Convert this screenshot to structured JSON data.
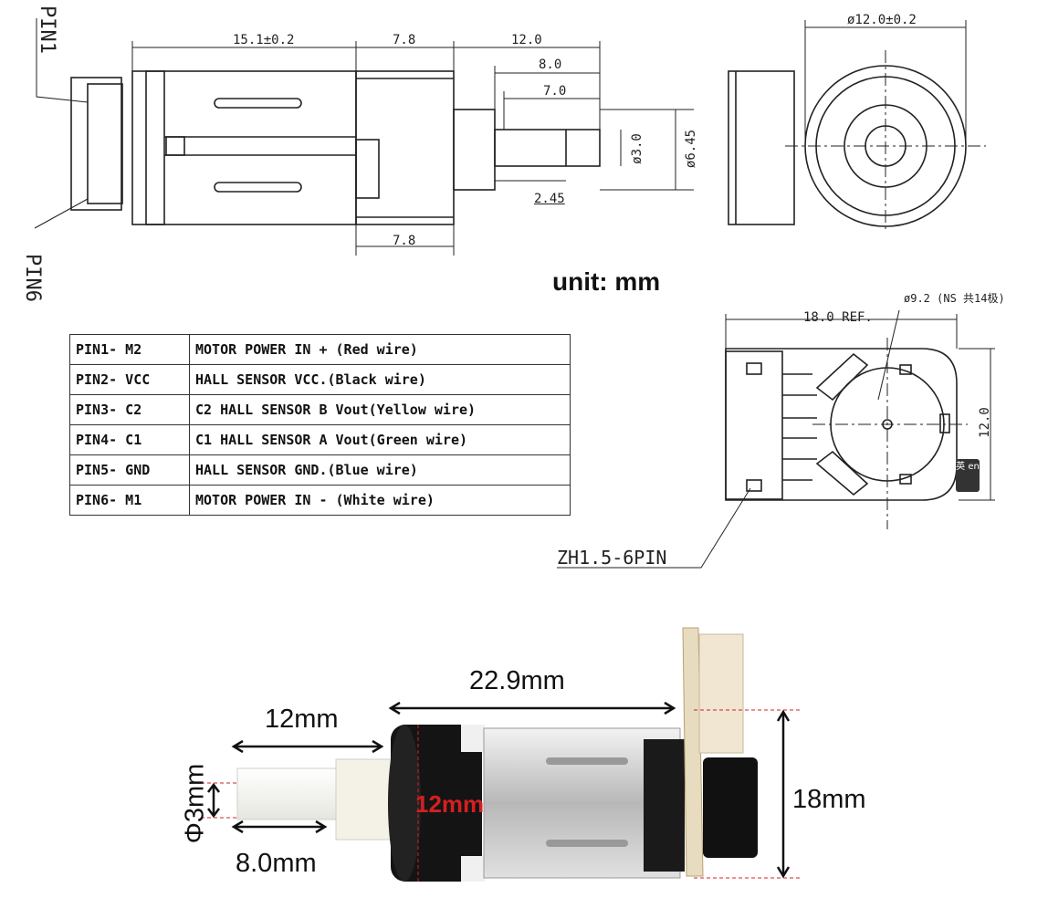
{
  "side_view": {
    "pin1_label": "PIN1",
    "pin6_label": "PIN6",
    "dim_body": "15.1±0.2",
    "dim_gear_top": "7.8",
    "dim_gear_bottom": "7.8",
    "dim_shaft_total": "12.0",
    "dim_shaft_8": "8.0",
    "dim_shaft_7": "7.0",
    "dim_flat": "2.45",
    "dim_shaft_dia": "ø3.0",
    "dim_boss_dia": "ø6.45"
  },
  "front_view": {
    "dim_dia": "ø12.0±0.2"
  },
  "unit_label": "unit: mm",
  "encoder_view": {
    "dim_width": "18.0 REF.",
    "dim_magnet": "ø9.2 (NS 共14极)",
    "dim_height": "12.0",
    "connector": "ZH1.5-6PIN",
    "logo_text": "英 en"
  },
  "pin_table": [
    {
      "pin": "PIN1- M2",
      "desc": "MOTOR POWER IN + (Red wire)"
    },
    {
      "pin": "PIN2- VCC",
      "desc": "HALL SENSOR VCC.(Black wire)"
    },
    {
      "pin": "PIN3- C2",
      "desc": "C2 HALL SENSOR B Vout(Yellow wire)"
    },
    {
      "pin": "PIN4- C1",
      "desc": "C1 HALL SENSOR A Vout(Green wire)"
    },
    {
      "pin": "PIN5- GND",
      "desc": "HALL SENSOR GND.(Blue wire)"
    },
    {
      "pin": "PIN6- M1",
      "desc": "MOTOR POWER IN - (White wire)"
    }
  ],
  "photo": {
    "length": "22.9mm",
    "shaft_len": "12mm",
    "shaft_dia": "Φ3mm",
    "flat_len": "8.0mm",
    "gear_dia": "12mm",
    "height": "18mm"
  },
  "colors": {
    "line": "#222222",
    "red": "#d42020",
    "gear_black": "#111111",
    "motor_silver": "#c8c8c8",
    "pcb": "#e8dcc0"
  }
}
